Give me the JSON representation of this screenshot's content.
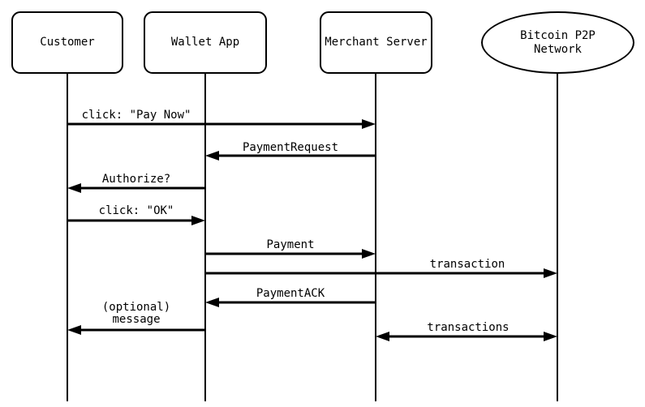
{
  "diagram_type": "sequence-diagram",
  "colors": {
    "background": "#ffffff",
    "stroke": "#000000",
    "text": "#000000"
  },
  "actors": [
    {
      "id": "customer",
      "label": "Customer",
      "shape": "rounded-rect"
    },
    {
      "id": "wallet-app",
      "label": "Wallet App",
      "shape": "rounded-rect"
    },
    {
      "id": "merchant-server",
      "label": "Merchant Server",
      "shape": "rounded-rect"
    },
    {
      "id": "bitcoin-p2p-network",
      "label": "Bitcoin P2P\nNetwork",
      "shape": "ellipse"
    }
  ],
  "messages": [
    {
      "label": "click: \"Pay Now\"",
      "from": "customer",
      "to": "merchant-server",
      "direction": "right"
    },
    {
      "label": "PaymentRequest",
      "from": "merchant-server",
      "to": "wallet-app",
      "direction": "left"
    },
    {
      "label": "Authorize?",
      "from": "wallet-app",
      "to": "customer",
      "direction": "left"
    },
    {
      "label": "click: \"OK\"",
      "from": "customer",
      "to": "wallet-app",
      "direction": "right"
    },
    {
      "label": "Payment",
      "from": "wallet-app",
      "to": "merchant-server",
      "direction": "right"
    },
    {
      "label": "transaction",
      "from": "wallet-app",
      "to": "bitcoin-p2p-network",
      "direction": "right"
    },
    {
      "label": "PaymentACK",
      "from": "merchant-server",
      "to": "wallet-app",
      "direction": "left"
    },
    {
      "label": "(optional)\nmessage",
      "from": "wallet-app",
      "to": "customer",
      "direction": "left"
    },
    {
      "label": "transactions",
      "from": "merchant-server",
      "to": "bitcoin-p2p-network",
      "direction": "both"
    }
  ]
}
